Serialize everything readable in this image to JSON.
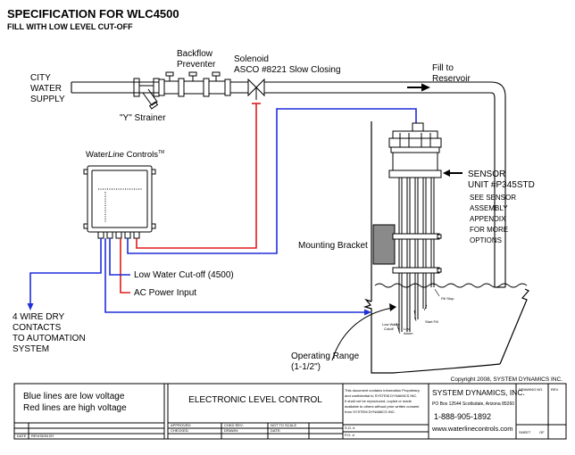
{
  "header": {
    "title": "SPECIFICATION FOR WLC4500",
    "subtitle": "FILL WITH LOW LEVEL CUT-OFF"
  },
  "labels": {
    "city_1": "CITY",
    "city_2": "WATER",
    "city_3": "SUPPLY",
    "backflow_1": "Backflow",
    "backflow_2": "Preventer",
    "solenoid_1": "Solenoid",
    "solenoid_2": "ASCO #8221 Slow Closing",
    "fill_1": "Fill to",
    "fill_2": "Reservoir",
    "strainer": "\"Y\" Strainer",
    "controller_prefix": "Water",
    "controller_italic": "Line",
    "controller_suffix": " Controls",
    "tm": "TM",
    "sensor_1": "SENSOR",
    "sensor_2": "UNIT  #P345STD",
    "see_1": "SEE SENSOR",
    "see_2": "ASSEMBLY",
    "see_3": "APPENDIX",
    "see_4": "FOR MORE",
    "see_5": "OPTIONS",
    "bracket": "Mounting Bracket",
    "low_cutoff": "Low Water Cut-off (4500)",
    "ac_power": "AC Power Input",
    "wire_1": "4 WIRE DRY",
    "wire_2": "CONTACTS",
    "wire_3": "TO AUTOMATION",
    "wire_4": "SYSTEM",
    "range_1": "Operating Range",
    "range_2": "(1-1/2\")",
    "probe_lw_1": "Low Water",
    "probe_lw_2": "Cutoff",
    "probe_la_1": "Low",
    "probe_la_2": "Alarm",
    "probe_start": "Start Fill",
    "probe_stop": "Fill Stop",
    "copyright": "Copyright 2008, SYSTEM DYNAMICS  INC."
  },
  "title_block": {
    "legend_1": "Blue lines are low voltage",
    "legend_2": "Red lines are high voltage",
    "drawing_title": "ELECTRONIC LEVEL CONTROL",
    "notice_1": "This document contains information Proprietary",
    "notice_2": "and confidential to SYSTEM DYNAMICS INC.",
    "notice_3": "It shall not be reproduced, copied or made",
    "notice_4": "available to others without prior written consent",
    "notice_5": "from SYSTEM DYNAMICS INC.",
    "company": "SYSTEM DYNAMICS, INC.",
    "address": "PO Box 12544    Scottsdale, Arizona 85260",
    "phone": "1-888-905-1892",
    "website": "www.waterlinecontrols.com",
    "drawing_no": "DRAWING NO.",
    "rev": "REV.",
    "date": "DATE",
    "revision_by": "REVISION BY",
    "approved": "APPROVED:",
    "checked": "CHECKED:",
    "chkd_rev": "CHKD REV:",
    "drawn": "DRAWN:",
    "not_to_scale": "NOT TO SCALE",
    "date2": "DATE:",
    "scale": "S.O. #",
    "po": "P.O. #",
    "sheet": "SHEET",
    "of": "OF"
  },
  "colors": {
    "high_voltage": "#e01b1b",
    "low_voltage": "#1f2fd8",
    "line": "#000000",
    "bracket_fill": "#8a8a8a"
  }
}
